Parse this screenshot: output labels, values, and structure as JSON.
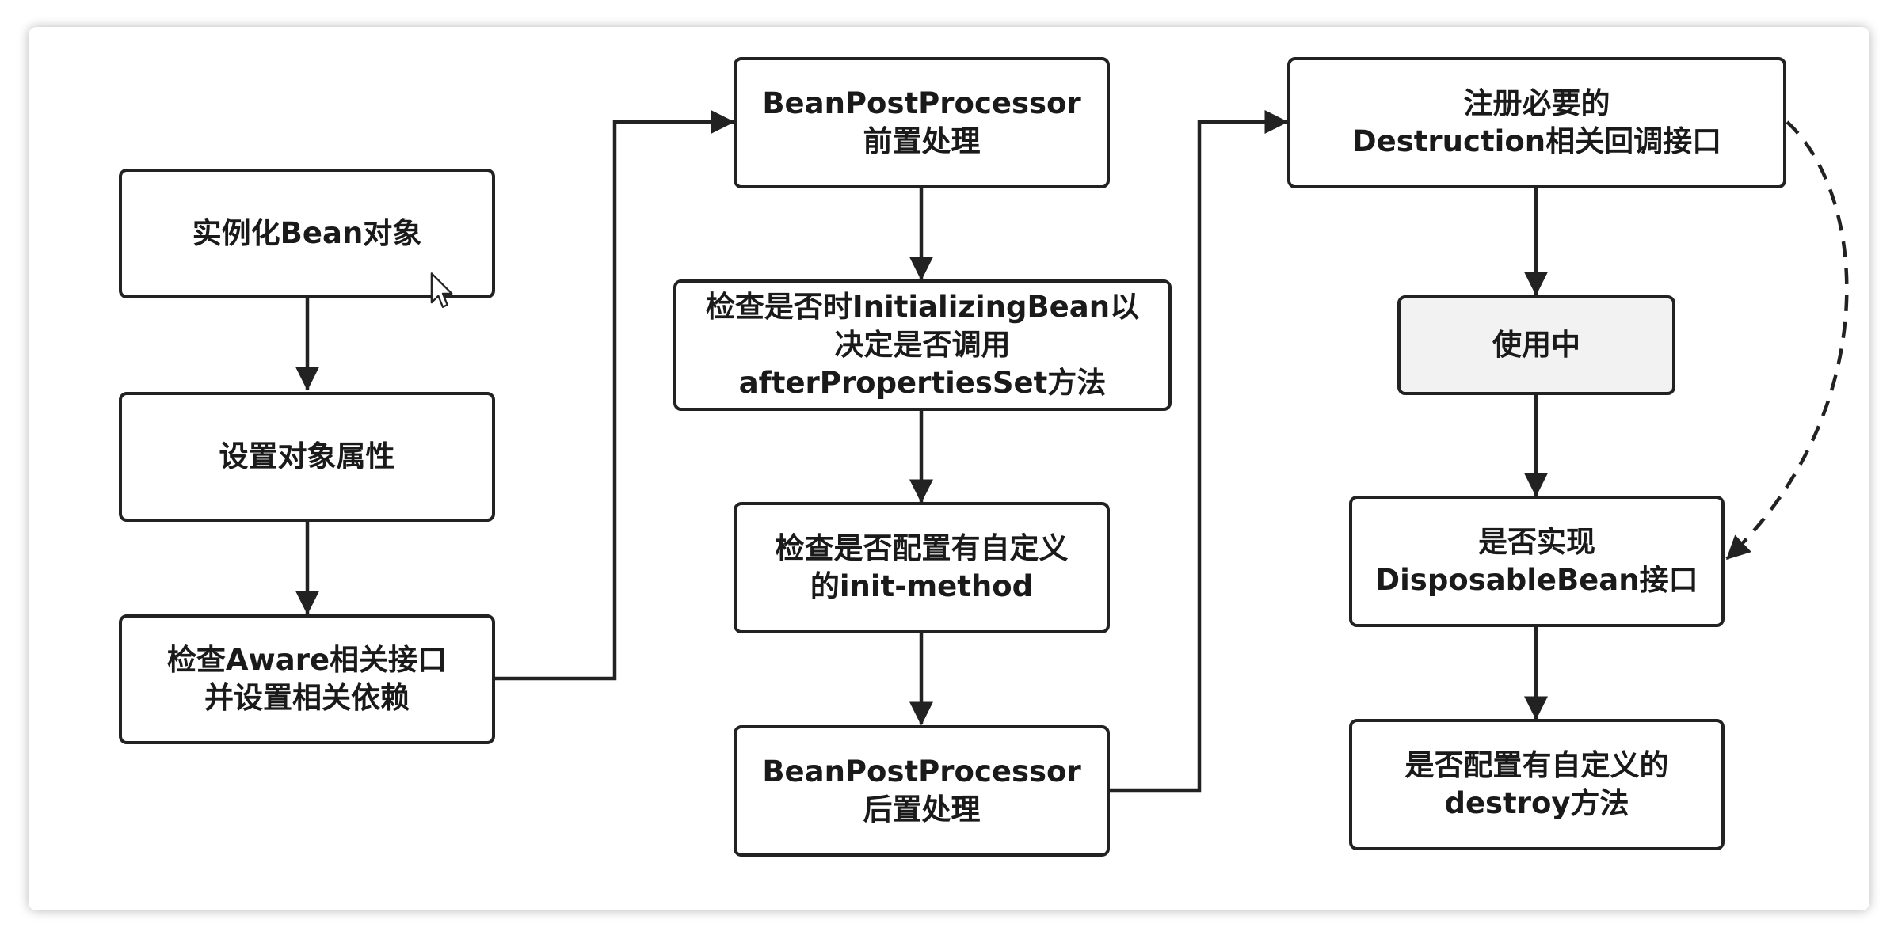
{
  "diagram": {
    "nodes": {
      "instantiate": "实例化Bean对象",
      "set_props": "设置对象属性",
      "check_aware": "检查Aware相关接口\n并设置相关依赖",
      "bpp_before": "BeanPostProcessor\n前置处理",
      "check_initializing": "检查是否时InitializingBean以\n决定是否调用\nafterPropertiesSet方法",
      "check_init_method": "检查是否配置有自定义\n的init-method",
      "bpp_after": "BeanPostProcessor\n后置处理",
      "register_destruction": "注册必要的\nDestruction相关回调接口",
      "in_use": "使用中",
      "check_disposable": "是否实现\nDisposableBean接口",
      "check_destroy": "是否配置有自定义的\ndestroy方法"
    },
    "edges": [
      {
        "from": "instantiate",
        "to": "set_props",
        "style": "solid"
      },
      {
        "from": "set_props",
        "to": "check_aware",
        "style": "solid"
      },
      {
        "from": "check_aware",
        "to": "bpp_before",
        "style": "solid"
      },
      {
        "from": "bpp_before",
        "to": "check_initializing",
        "style": "solid"
      },
      {
        "from": "check_initializing",
        "to": "check_init_method",
        "style": "solid"
      },
      {
        "from": "check_init_method",
        "to": "bpp_after",
        "style": "solid"
      },
      {
        "from": "bpp_after",
        "to": "register_destruction",
        "style": "solid"
      },
      {
        "from": "register_destruction",
        "to": "in_use",
        "style": "solid"
      },
      {
        "from": "in_use",
        "to": "check_disposable",
        "style": "solid"
      },
      {
        "from": "register_destruction",
        "to": "check_disposable",
        "style": "dashed"
      },
      {
        "from": "check_disposable",
        "to": "check_destroy",
        "style": "solid"
      }
    ],
    "colors": {
      "stroke": "#222222",
      "box_fill": "#ffffff",
      "highlight_fill": "#f2f2f2"
    }
  }
}
